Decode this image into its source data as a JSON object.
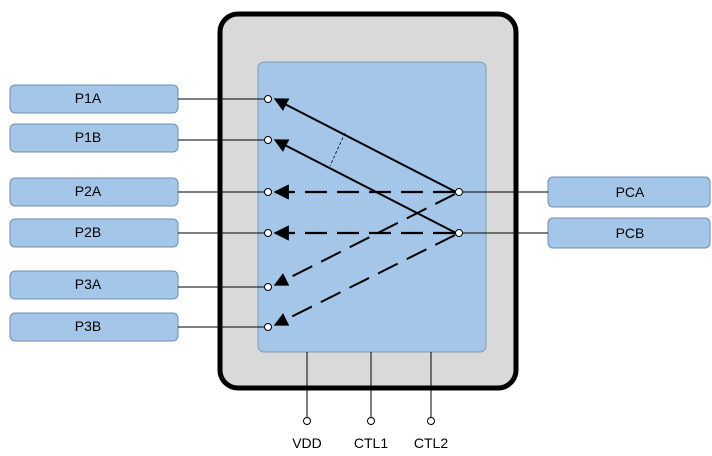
{
  "left_ports": [
    {
      "id": "p1a",
      "label": "P1A"
    },
    {
      "id": "p1b",
      "label": "P1B"
    },
    {
      "id": "p2a",
      "label": "P2A"
    },
    {
      "id": "p2b",
      "label": "P2B"
    },
    {
      "id": "p3a",
      "label": "P3A"
    },
    {
      "id": "p3b",
      "label": "P3B"
    }
  ],
  "right_ports": [
    {
      "id": "pca",
      "label": "PCA"
    },
    {
      "id": "pcb",
      "label": "PCB"
    }
  ],
  "bottom_pins": [
    {
      "id": "vdd",
      "label": "VDD"
    },
    {
      "id": "ctl1",
      "label": "CTL1"
    },
    {
      "id": "ctl2",
      "label": "CTL2"
    }
  ],
  "paths": [
    {
      "from": "pca",
      "to": "p1a",
      "style": "solid"
    },
    {
      "from": "pcb",
      "to": "p1b",
      "style": "solid"
    },
    {
      "from": "pca",
      "to": "p2a",
      "style": "dashed"
    },
    {
      "from": "pcb",
      "to": "p2b",
      "style": "dashed"
    },
    {
      "from": "pca",
      "to": "p3a",
      "style": "dashed"
    },
    {
      "from": "pcb",
      "to": "p3b",
      "style": "dashed"
    }
  ],
  "colors": {
    "port_fill": "#a3c6e9",
    "port_stroke": "#6f8fb0",
    "inner_fill": "#a3c6e9",
    "outer_fill": "#d9d9d9",
    "outer_stroke": "#000000"
  }
}
